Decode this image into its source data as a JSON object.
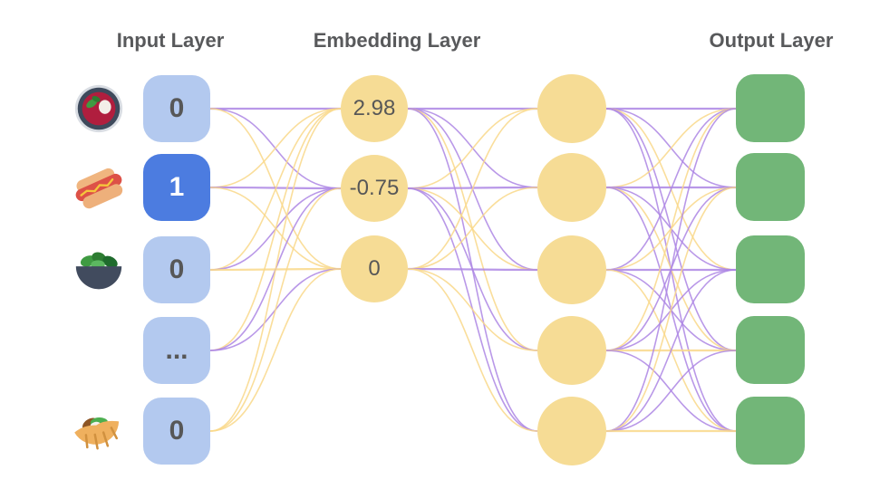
{
  "diagram": {
    "titles": {
      "input": "Input Layer",
      "embedding": "Embedding Layer",
      "output": "Output Layer"
    },
    "input_nodes": [
      {
        "value": "0",
        "icon": "borscht-soup",
        "selected": false
      },
      {
        "value": "1",
        "icon": "hot-dog",
        "selected": true
      },
      {
        "value": "0",
        "icon": "salad",
        "selected": false
      },
      {
        "value": "...",
        "icon": null,
        "selected": false
      },
      {
        "value": "0",
        "icon": "pita",
        "selected": false
      }
    ],
    "embedding_nodes": [
      {
        "value": "2.98"
      },
      {
        "value": "-0.75"
      },
      {
        "value": "0"
      }
    ],
    "hidden_nodes_count": 5,
    "output_nodes_count": 5,
    "edges": {
      "input_to_embedding": [
        [
          "purple",
          "purple",
          "yellow"
        ],
        [
          "yellow",
          "purple",
          "yellow"
        ],
        [
          "yellow",
          "purple",
          "yellow"
        ],
        [
          "yellow",
          "purple",
          "purple"
        ],
        [
          "yellow",
          "yellow",
          "yellow"
        ]
      ],
      "embedding_to_hidden": [
        [
          "purple",
          "purple",
          "purple",
          "yellow",
          "purple"
        ],
        [
          "yellow",
          "purple",
          "yellow",
          "purple",
          "purple"
        ],
        [
          "yellow",
          "yellow",
          "purple",
          "yellow",
          "yellow"
        ]
      ],
      "hidden_to_output": [
        [
          "purple",
          "purple",
          "yellow",
          "purple",
          "purple"
        ],
        [
          "yellow",
          "purple",
          "purple",
          "yellow",
          "purple"
        ],
        [
          "purple",
          "yellow",
          "purple",
          "purple",
          "yellow"
        ],
        [
          "yellow",
          "purple",
          "purple",
          "yellow",
          "purple"
        ],
        [
          "purple",
          "yellow",
          "purple",
          "purple",
          "yellow"
        ]
      ]
    }
  },
  "colors": {
    "node_blue": "#b3c9ef",
    "node_blue_active": "#4c7ce0",
    "node_yellow": "#f6dc95",
    "node_green": "#72b678",
    "node_text": "#575757",
    "title_text": "#58595b",
    "edge_purple": "#ad86e4",
    "edge_yellow": "#f9d88a"
  }
}
